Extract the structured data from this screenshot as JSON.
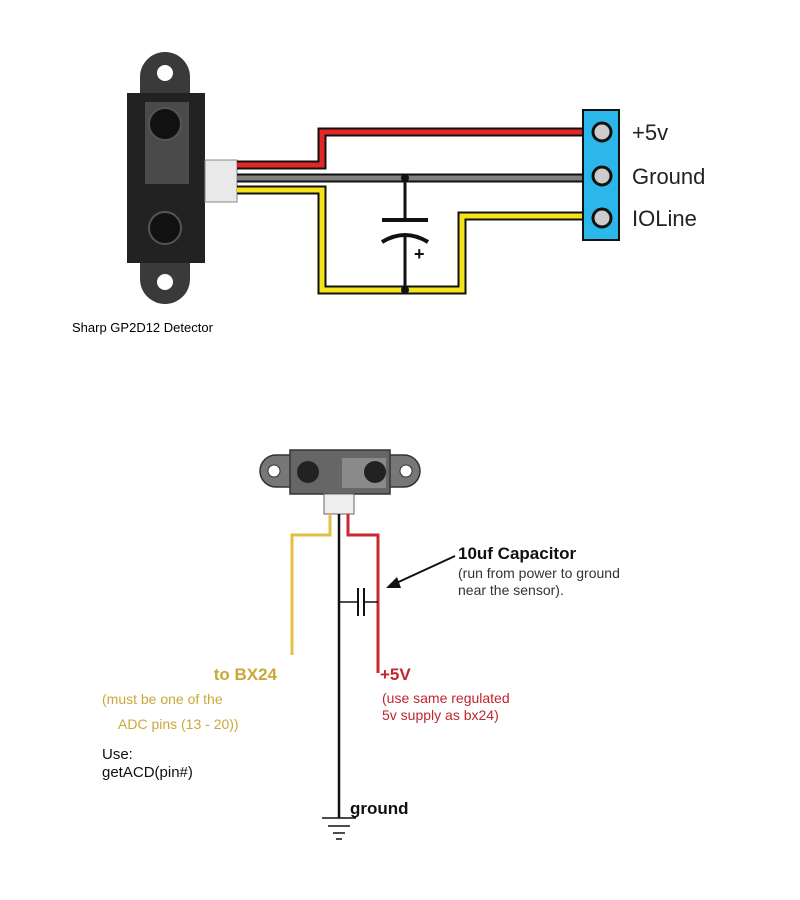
{
  "top_diagram": {
    "sensor_caption": "Sharp GP2D12 Detector",
    "terminals": [
      {
        "label": "+5v",
        "wire_color": "#e32726"
      },
      {
        "label": "Ground",
        "wire_color": "#808080"
      },
      {
        "label": "IOLine",
        "wire_color": "#f4e21a"
      }
    ],
    "terminal_block_color": "#2cb7ea",
    "capacitor_polarity": "+"
  },
  "bottom_diagram": {
    "capacitor_title": "10uf Capacitor",
    "capacitor_note_lines": [
      "(run from power to ground",
      "near the sensor)."
    ],
    "bx24_title": "to BX24",
    "bx24_note_lines": [
      "(must be one of the",
      "ADC pins (13 - 20))"
    ],
    "use_lines": [
      "Use:",
      "getACD(pin#)"
    ],
    "power_title": "+5V",
    "power_note_lines": [
      "(use same regulated",
      "5v supply as bx24)"
    ],
    "ground_label": "ground",
    "colors": {
      "signal": "#e2c044",
      "power": "#c8282e",
      "ground": "#111111"
    }
  }
}
